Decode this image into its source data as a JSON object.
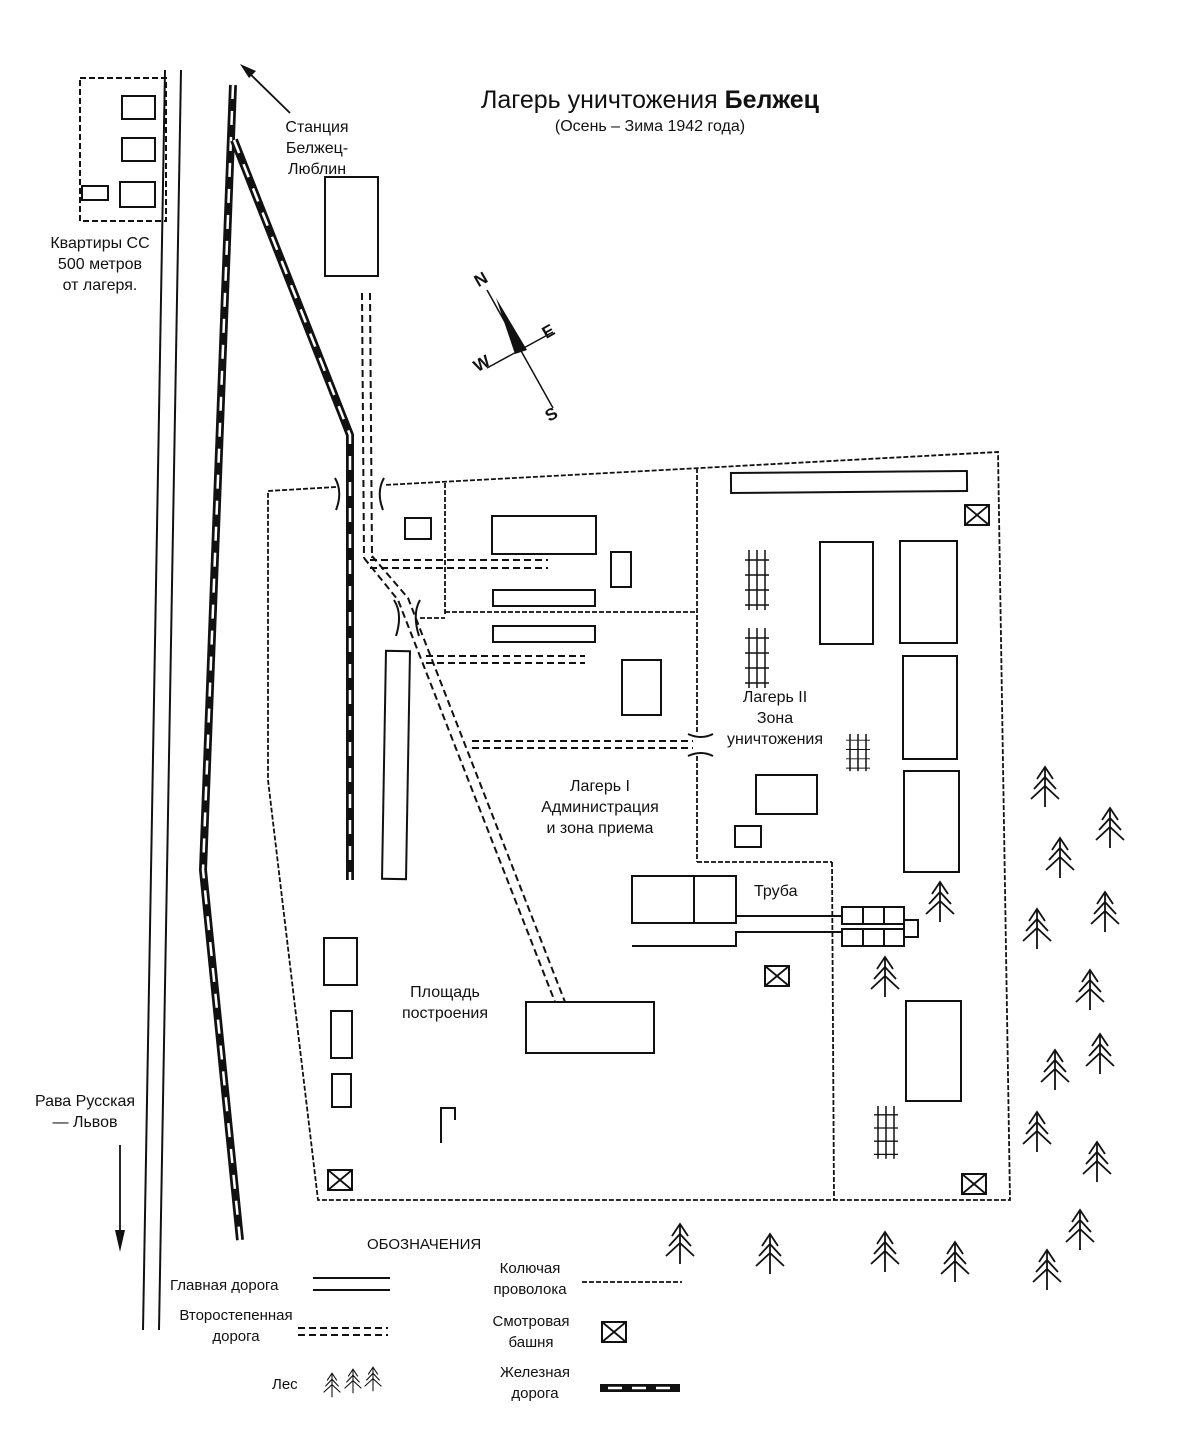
{
  "title": {
    "prefix": "Лагерь уничтожения",
    "name": "Белжец",
    "subtitle": "(Осень – Зима 1942 года)"
  },
  "places": {
    "station": [
      "Станция",
      "Белжец-Люблин"
    ],
    "ss_quarters": [
      "Квартиры СС",
      "500 метров",
      "от лагеря."
    ],
    "camp2": [
      "Лагерь II",
      "Зона",
      "уничтожения"
    ],
    "camp1": [
      "Лагерь I",
      "Администрация",
      "и зона приема"
    ],
    "pipe": "Труба",
    "parade": [
      "Площадь",
      "построения"
    ],
    "rava": [
      "Рава Русская",
      "— Львов"
    ]
  },
  "compass": {
    "n": "N",
    "e": "E",
    "w": "W",
    "s": "S"
  },
  "legend": {
    "title": "ОБОЗНАЧЕНИЯ",
    "main_road": "Главная дорога",
    "secondary_road": [
      "Второстепенная",
      "дорога"
    ],
    "forest": "Лес",
    "barbed_wire": [
      "Колючая",
      "проволока"
    ],
    "watch_tower": [
      "Смотровая",
      "башня"
    ],
    "railway": [
      "Железная",
      "дорога"
    ]
  }
}
